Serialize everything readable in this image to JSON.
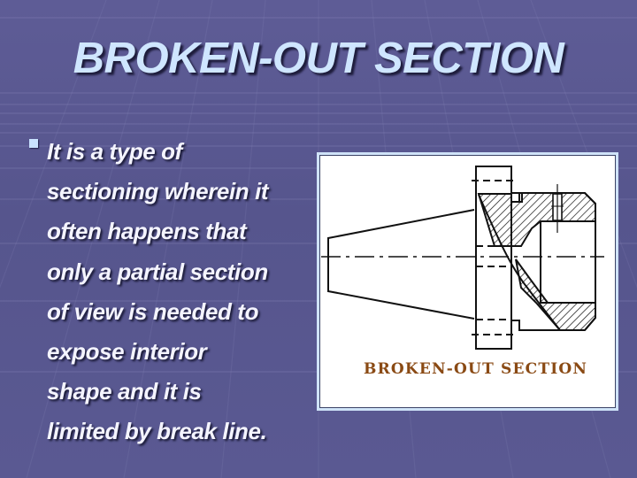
{
  "slide": {
    "title": "BROKEN-OUT SECTION",
    "background_color": "#5a5992",
    "title_color": "#cfe6ff",
    "bullets": [
      {
        "icon": "square-bullet-icon",
        "lines": [
          "It is a type of",
          "sectioning wherein it",
          "often happens that",
          "only a partial section",
          "of view is needed to",
          "expose interior",
          "shape and it is",
          "limited by break line."
        ]
      }
    ],
    "figure": {
      "caption": "BROKEN-OUT SECTION",
      "caption_color": "#8a4a14",
      "description": "Technical drawing of a tapered shaft with flange; partial broken-out section with hatching"
    }
  }
}
